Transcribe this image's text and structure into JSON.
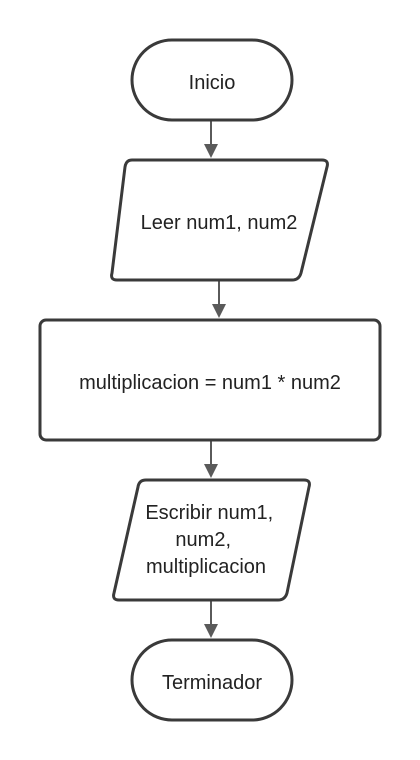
{
  "flowchart": {
    "nodes": [
      {
        "id": "inicio",
        "shape": "terminal",
        "lines": [
          "Inicio"
        ]
      },
      {
        "id": "leer",
        "shape": "input-output",
        "lines": [
          "Leer num1, num2"
        ]
      },
      {
        "id": "proceso",
        "shape": "process",
        "lines": [
          "multiplicacion = num1 * num2"
        ]
      },
      {
        "id": "escribir",
        "shape": "input-output",
        "lines": [
          "Escribir num1,",
          "num2,",
          "multiplicacion"
        ]
      },
      {
        "id": "terminador",
        "shape": "terminal",
        "lines": [
          "Terminador"
        ]
      }
    ],
    "edges": [
      {
        "from": "inicio",
        "to": "leer"
      },
      {
        "from": "leer",
        "to": "proceso"
      },
      {
        "from": "proceso",
        "to": "escribir"
      },
      {
        "from": "escribir",
        "to": "terminador"
      }
    ]
  }
}
